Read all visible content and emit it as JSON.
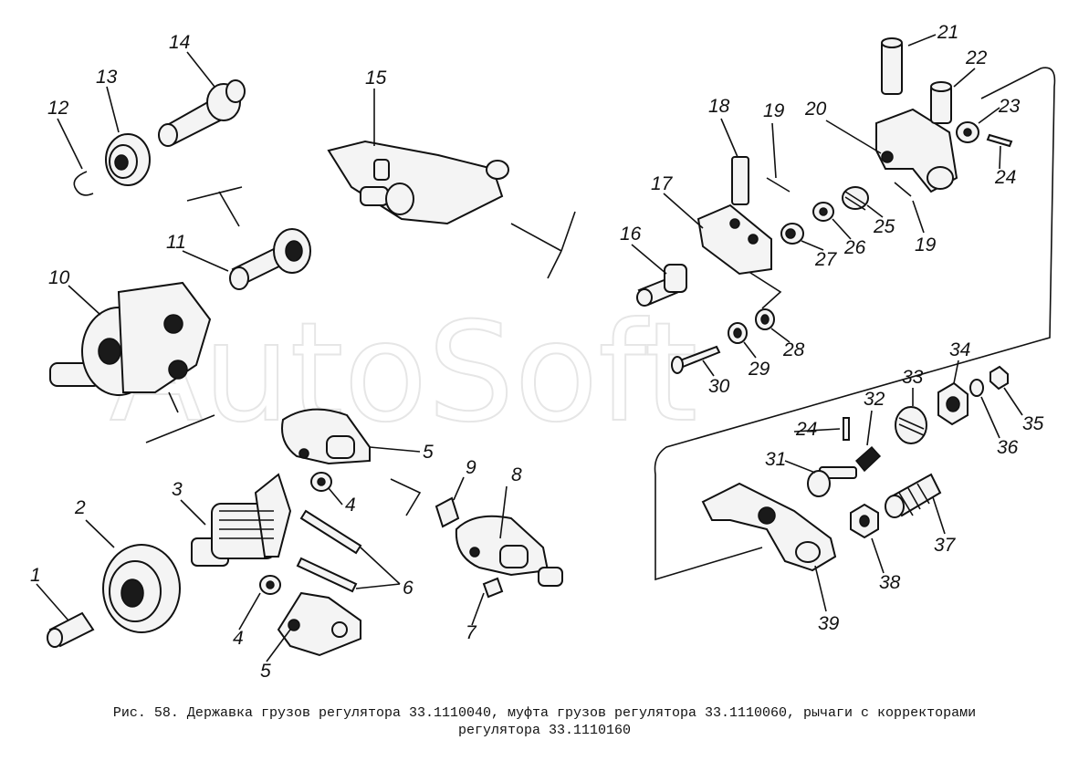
{
  "figure": {
    "callouts": [
      "1",
      "2",
      "3",
      "4",
      "4",
      "5",
      "5",
      "6",
      "7",
      "8",
      "9",
      "10",
      "11",
      "12",
      "13",
      "14",
      "15",
      "16",
      "17",
      "18",
      "19",
      "19",
      "20",
      "21",
      "22",
      "23",
      "24",
      "24",
      "25",
      "26",
      "27",
      "28",
      "29",
      "30",
      "31",
      "32",
      "33",
      "34",
      "35",
      "36",
      "37",
      "38",
      "39"
    ],
    "caption_line1": "Рис. 58. Державка грузов регулятора 33.1110040, муфта грузов регулятора 33.1110060, рычаги с корректорами",
    "caption_line2": "регулятора 33.1110160"
  }
}
